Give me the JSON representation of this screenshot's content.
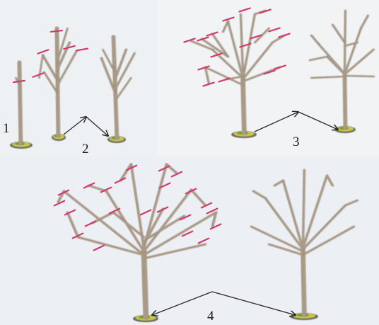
{
  "labels": {
    "n1": "1",
    "n2": "2",
    "n3": "3",
    "n4": "4"
  },
  "colors": {
    "background": "#e9edf1",
    "panel_top_left": "#eef1f4",
    "panel_top_right": "#f1f3f5",
    "panel_bottom": "#eceff3",
    "branch": "#a99a86",
    "branch_shadow": "#7c705f",
    "cut_mark": "#d33a6f",
    "soil_green": "#7d9a3a",
    "soil_yellow": "#c9c74a",
    "soil_dark": "#3c3a2a",
    "arrow": "#2a2a2a"
  },
  "stages": [
    {
      "label_key": "n1",
      "description_icon": "young-tree-with-cut-marks"
    },
    {
      "label_key": "n2",
      "description_icon": "before-after-pruning-pair"
    },
    {
      "label_key": "n3",
      "description_icon": "before-after-pruning-pair"
    },
    {
      "label_key": "n4",
      "description_icon": "before-after-pruning-pair"
    }
  ]
}
